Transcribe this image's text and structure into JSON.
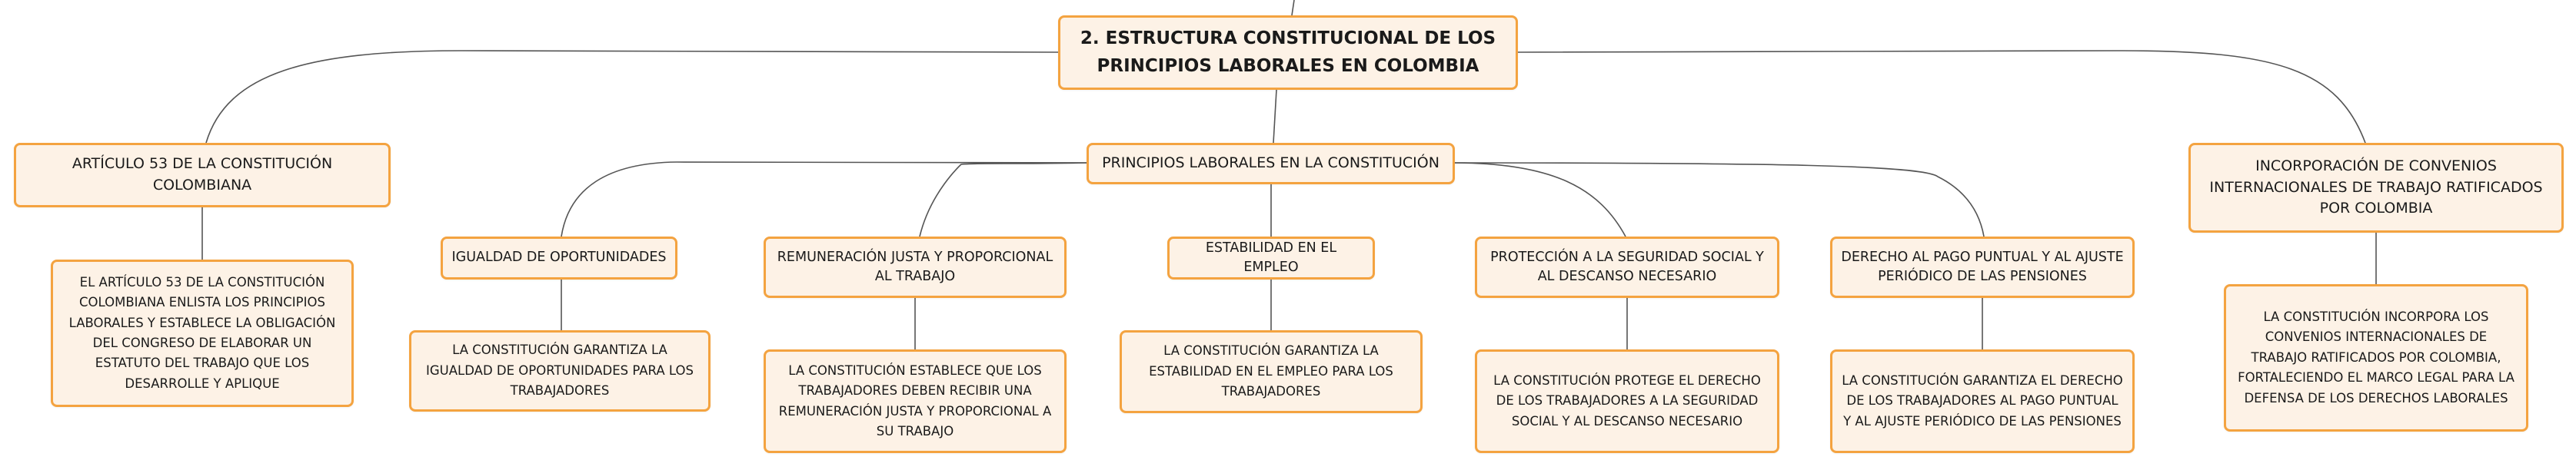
{
  "diagram": {
    "root": "2. ESTRUCTURA CONSTITUCIONAL DE LOS PRINCIPIOS LABORALES EN COLOMBIA",
    "left_branch": {
      "title": "ARTÍCULO 53 DE LA CONSTITUCIÓN COLOMBIANA",
      "detail": "EL ARTÍCULO 53 DE LA CONSTITUCIÓN COLOMBIANA ENLISTA LOS PRINCIPIOS LABORALES Y ESTABLECE LA OBLIGACIÓN DEL CONGRESO DE ELABORAR UN ESTATUTO DEL TRABAJO QUE LOS DESARROLLE Y APLIQUE"
    },
    "center_branch": {
      "title": "PRINCIPIOS LABORALES EN LA CONSTITUCIÓN",
      "topics": [
        {
          "title": "IGUALDAD DE OPORTUNIDADES",
          "detail": "LA CONSTITUCIÓN GARANTIZA LA IGUALDAD DE OPORTUNIDADES PARA LOS TRABAJADORES"
        },
        {
          "title": "REMUNERACIÓN JUSTA Y PROPORCIONAL AL TRABAJO",
          "detail": "LA CONSTITUCIÓN ESTABLECE QUE LOS TRABAJADORES DEBEN RECIBIR UNA REMUNERACIÓN JUSTA Y PROPORCIONAL A SU TRABAJO"
        },
        {
          "title": "ESTABILIDAD EN EL EMPLEO",
          "detail": "LA CONSTITUCIÓN GARANTIZA LA ESTABILIDAD EN EL EMPLEO PARA LOS TRABAJADORES"
        },
        {
          "title": "PROTECCIÓN A LA SEGURIDAD SOCIAL Y AL DESCANSO NECESARIO",
          "detail": "LA CONSTITUCIÓN PROTEGE EL DERECHO DE LOS TRABAJADORES A LA SEGURIDAD SOCIAL Y AL DESCANSO NECESARIO"
        },
        {
          "title": "DERECHO AL PAGO PUNTUAL Y AL AJUSTE PERIÓDICO DE LAS PENSIONES",
          "detail": "LA CONSTITUCIÓN GARANTIZA EL DERECHO DE LOS TRABAJADORES AL PAGO PUNTUAL Y AL AJUSTE PERIÓDICO DE LAS PENSIONES"
        }
      ]
    },
    "right_branch": {
      "title": "INCORPORACIÓN DE CONVENIOS INTERNACIONALES DE TRABAJO RATIFICADOS POR COLOMBIA",
      "detail": "LA CONSTITUCIÓN INCORPORA LOS CONVENIOS INTERNACIONALES DE TRABAJO RATIFICADOS POR COLOMBIA, FORTALECIENDO EL MARCO LEGAL PARA LA DEFENSA DE LOS DERECHOS LABORALES"
    }
  },
  "colors": {
    "node_fill": "#fdf2e6",
    "node_border": "#f4a340",
    "connector": "#555555",
    "text": "#1a1a1a"
  }
}
